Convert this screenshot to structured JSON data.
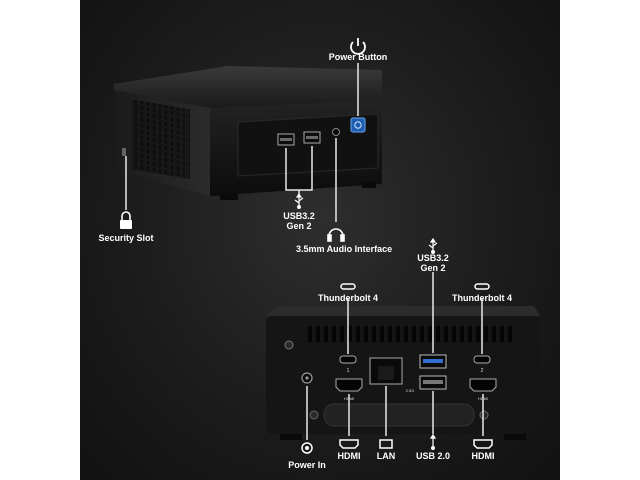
{
  "labels": {
    "power_button": "Power Button",
    "security_slot": "Security Slot",
    "usb_front": "USB3.2\nGen 2",
    "audio": "3.5mm Audio Interface",
    "usb_rear": "USB3.2\nGen 2",
    "tb_left": "Thunderbolt 4",
    "tb_right": "Thunderbolt 4",
    "power_in": "Power In",
    "hdmi_left": "HDMI",
    "lan": "LAN",
    "usb2": "USB 2.0",
    "hdmi_right": "HDMI"
  },
  "port_marks": {
    "tb1": "1",
    "tb2": "2",
    "lan_speed": "2.5G",
    "hdmi_a": "HDMI",
    "hdmi_b": "HDMI"
  },
  "colors": {
    "background": "#1c1c1c",
    "label": "#ffffff",
    "power_led": "#2f7fe0"
  },
  "icons": [
    "power-icon",
    "lock-icon",
    "usb-icon",
    "headset-icon",
    "thunderbolt-icon",
    "hdmi-icon",
    "lan-icon",
    "dc-power-icon"
  ]
}
